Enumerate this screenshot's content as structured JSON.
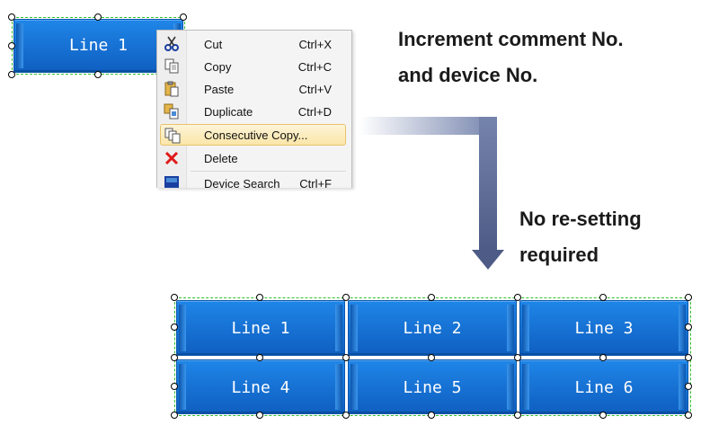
{
  "original_button": {
    "label": "Line 1"
  },
  "context_menu": {
    "items": [
      {
        "icon": "scissors-icon",
        "label": "Cut",
        "shortcut": "Ctrl+X"
      },
      {
        "icon": "copy-icon",
        "label": "Copy",
        "shortcut": "Ctrl+C"
      },
      {
        "icon": "paste-icon",
        "label": "Paste",
        "shortcut": "Ctrl+V"
      },
      {
        "icon": "duplicate-icon",
        "label": "Duplicate",
        "shortcut": "Ctrl+D"
      },
      {
        "icon": "consecutive-copy-icon",
        "label": "Consecutive Copy...",
        "shortcut": "",
        "highlighted": true
      },
      {
        "icon": "delete-icon",
        "label": "Delete",
        "shortcut": ""
      },
      {
        "icon": "device-search-icon",
        "label": "Device Search",
        "shortcut": "Ctrl+F"
      }
    ]
  },
  "callout_top": {
    "line1": "Increment comment No.",
    "line2": "and device No."
  },
  "callout_bottom": {
    "line1": "No re-setting",
    "line2": "required"
  },
  "grid_buttons": [
    {
      "label": "Line 1"
    },
    {
      "label": "Line 2"
    },
    {
      "label": "Line 3"
    },
    {
      "label": "Line 4"
    },
    {
      "label": "Line 5"
    },
    {
      "label": "Line 6"
    }
  ],
  "colors": {
    "button_blue": "#1670d2",
    "selection_green": "#2fc02f",
    "arrow": "#6b7aa6",
    "menu_highlight": "#fbe6a8"
  }
}
